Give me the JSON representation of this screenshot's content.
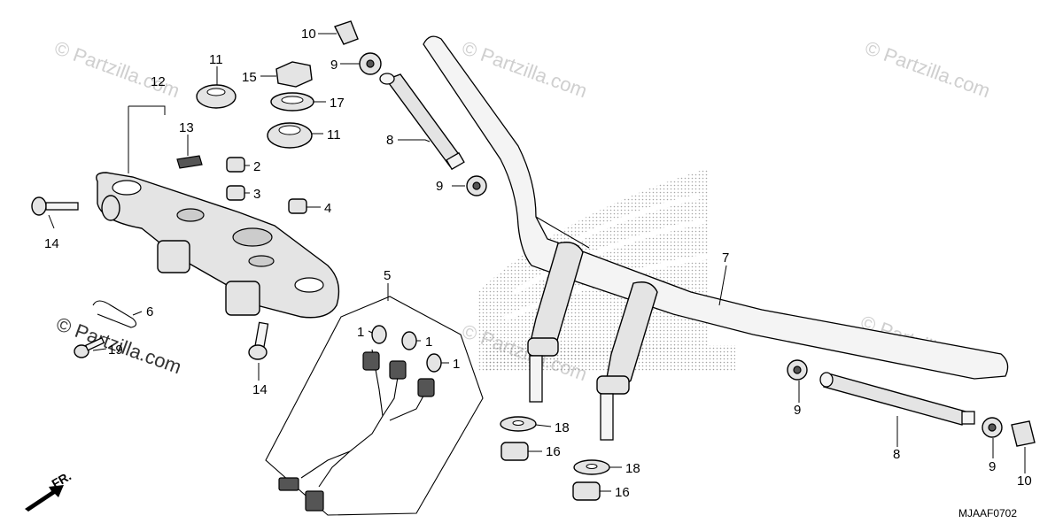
{
  "watermarks": {
    "text": "© Partzilla.com"
  },
  "diagram_code": "MJAAF0702",
  "front_marker": "FR.",
  "labels": {
    "l1a": "1",
    "l1b": "1",
    "l1c": "1",
    "l2": "2",
    "l3": "3",
    "l4": "4",
    "l5": "5",
    "l6": "6",
    "l7": "7",
    "l8a": "8",
    "l8b": "8",
    "l9a": "9",
    "l9b": "9",
    "l9c": "9",
    "l9d": "9",
    "l10a": "10",
    "l10b": "10",
    "l11a": "11",
    "l11b": "11",
    "l12": "12",
    "l13": "13",
    "l14a": "14",
    "l14b": "14",
    "l15": "15",
    "l16a": "16",
    "l16b": "16",
    "l17": "17",
    "l18a": "18",
    "l18b": "18",
    "l19": "19"
  },
  "colors": {
    "part_fill": "#e4e4e4",
    "watermark": "#cfcfcf",
    "logo_dots": "#8a8a8a"
  }
}
